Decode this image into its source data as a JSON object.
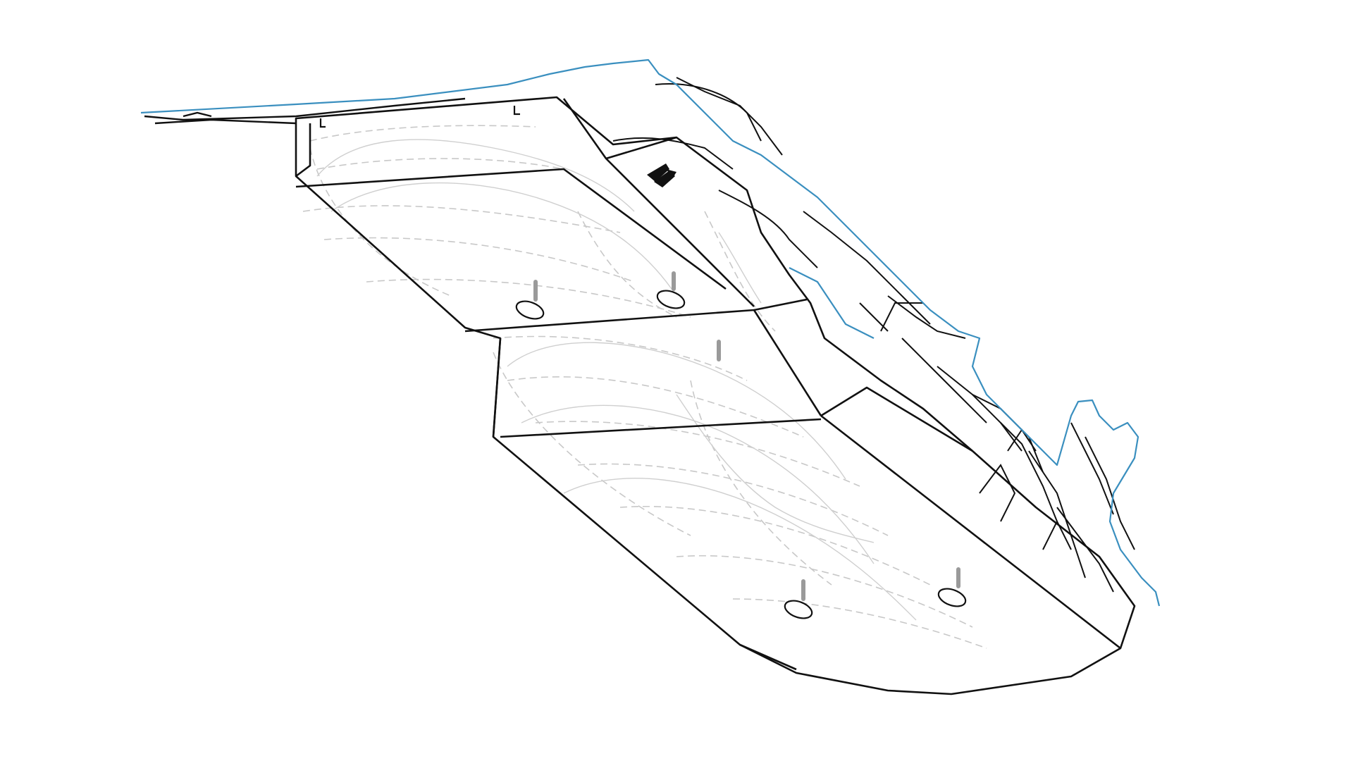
{
  "drawing": {
    "title": "",
    "subject": "underbody-skid-plate-line-drawing",
    "background": "#ffffff",
    "colors": {
      "primary_edge": "#111111",
      "hidden_lines": "#c4c4c4",
      "outline_accent": "#3a8fbf"
    },
    "features": {
      "panel_sections": 4,
      "mounting_bosses": 4,
      "studs": 5,
      "logo_emblem": 1
    }
  }
}
